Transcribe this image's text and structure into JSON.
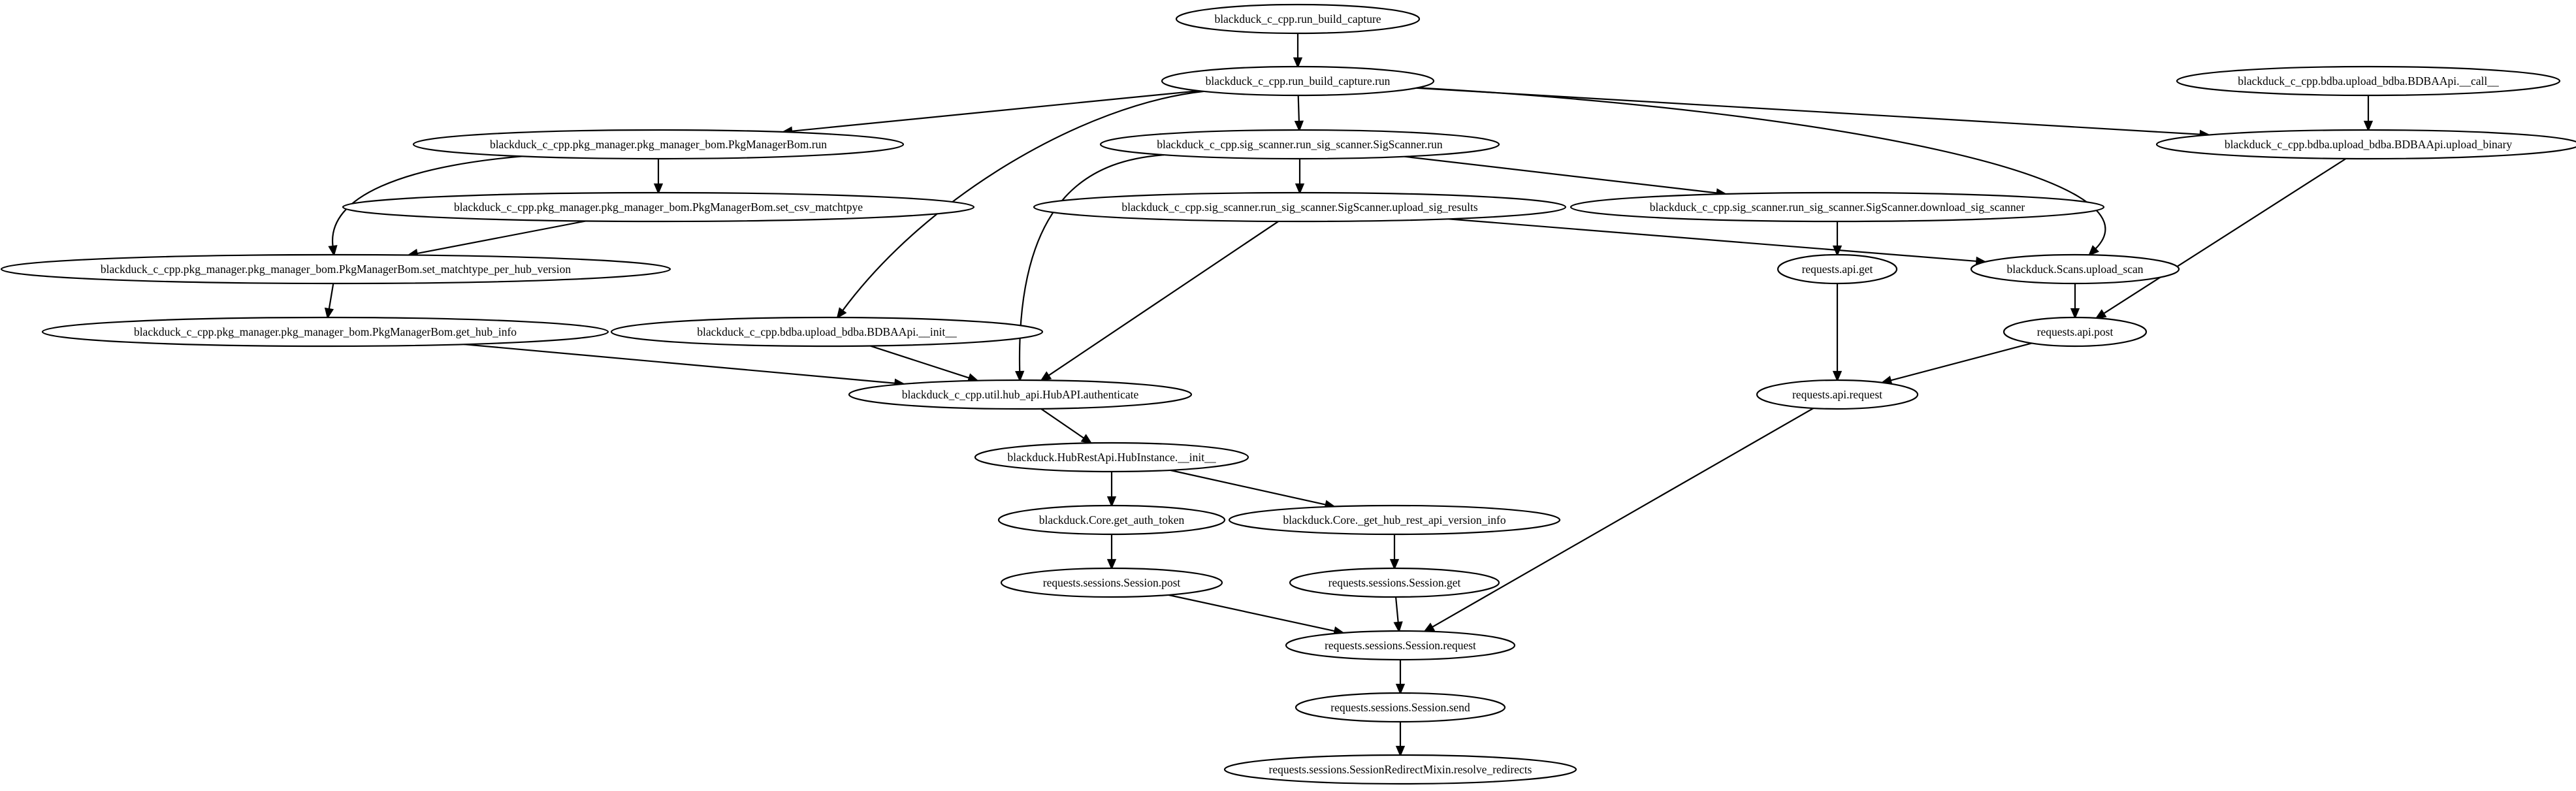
{
  "nodes": [
    {
      "id": "n_capture",
      "label": "blackduck_c_cpp.run_build_capture"
    },
    {
      "id": "n_capture_run",
      "label": "blackduck_c_cpp.run_build_capture.run"
    },
    {
      "id": "n_bdba_call",
      "label": "blackduck_c_cpp.bdba.upload_bdba.BDBAApi.__call__"
    },
    {
      "id": "n_pkg_run",
      "label": "blackduck_c_cpp.pkg_manager.pkg_manager_bom.PkgManagerBom.run"
    },
    {
      "id": "n_sig_run",
      "label": "blackduck_c_cpp.sig_scanner.run_sig_scanner.SigScanner.run"
    },
    {
      "id": "n_bdba_upload",
      "label": "blackduck_c_cpp.bdba.upload_bdba.BDBAApi.upload_binary"
    },
    {
      "id": "n_csv",
      "label": "blackduck_c_cpp.pkg_manager.pkg_manager_bom.PkgManagerBom.set_csv_matchtpye"
    },
    {
      "id": "n_upload_sig",
      "label": "blackduck_c_cpp.sig_scanner.run_sig_scanner.SigScanner.upload_sig_results"
    },
    {
      "id": "n_download_sig",
      "label": "blackduck_c_cpp.sig_scanner.run_sig_scanner.SigScanner.download_sig_scanner"
    },
    {
      "id": "n_matchtype",
      "label": "blackduck_c_cpp.pkg_manager.pkg_manager_bom.PkgManagerBom.set_matchtype_per_hub_version"
    },
    {
      "id": "n_api_get",
      "label": "requests.api.get"
    },
    {
      "id": "n_upload_scan",
      "label": "blackduck.Scans.upload_scan"
    },
    {
      "id": "n_hub_info",
      "label": "blackduck_c_cpp.pkg_manager.pkg_manager_bom.PkgManagerBom.get_hub_info"
    },
    {
      "id": "n_bdba_init",
      "label": "blackduck_c_cpp.bdba.upload_bdba.BDBAApi.__init__"
    },
    {
      "id": "n_api_post",
      "label": "requests.api.post"
    },
    {
      "id": "n_auth",
      "label": "blackduck_c_cpp.util.hub_api.HubAPI.authenticate"
    },
    {
      "id": "n_api_request",
      "label": "requests.api.request"
    },
    {
      "id": "n_hub_instance",
      "label": "blackduck.HubRestApi.HubInstance.__init__"
    },
    {
      "id": "n_auth_token",
      "label": "blackduck.Core.get_auth_token"
    },
    {
      "id": "n_version_info",
      "label": "blackduck.Core._get_hub_rest_api_version_info"
    },
    {
      "id": "n_sess_post",
      "label": "requests.sessions.Session.post"
    },
    {
      "id": "n_sess_get",
      "label": "requests.sessions.Session.get"
    },
    {
      "id": "n_sess_request",
      "label": "requests.sessions.Session.request"
    },
    {
      "id": "n_sess_send",
      "label": "requests.sessions.Session.send"
    },
    {
      "id": "n_redirects",
      "label": "requests.sessions.SessionRedirectMixin.resolve_redirects"
    }
  ],
  "edges": [
    {
      "from": "n_capture",
      "to": "n_capture_run"
    },
    {
      "from": "n_capture_run",
      "to": "n_pkg_run"
    },
    {
      "from": "n_capture_run",
      "to": "n_sig_run"
    },
    {
      "from": "n_capture_run",
      "to": "n_bdba_upload"
    },
    {
      "from": "n_capture_run",
      "to": "n_bdba_init"
    },
    {
      "from": "n_capture_run",
      "to": "n_upload_scan"
    },
    {
      "from": "n_bdba_call",
      "to": "n_bdba_upload"
    },
    {
      "from": "n_pkg_run",
      "to": "n_csv"
    },
    {
      "from": "n_pkg_run",
      "to": "n_matchtype"
    },
    {
      "from": "n_csv",
      "to": "n_matchtype"
    },
    {
      "from": "n_matchtype",
      "to": "n_hub_info"
    },
    {
      "from": "n_hub_info",
      "to": "n_auth"
    },
    {
      "from": "n_sig_run",
      "to": "n_upload_sig"
    },
    {
      "from": "n_sig_run",
      "to": "n_download_sig"
    },
    {
      "from": "n_sig_run",
      "to": "n_auth"
    },
    {
      "from": "n_upload_sig",
      "to": "n_auth"
    },
    {
      "from": "n_upload_sig",
      "to": "n_upload_scan"
    },
    {
      "from": "n_download_sig",
      "to": "n_api_get"
    },
    {
      "from": "n_bdba_init",
      "to": "n_auth"
    },
    {
      "from": "n_bdba_upload",
      "to": "n_api_post"
    },
    {
      "from": "n_upload_scan",
      "to": "n_api_post"
    },
    {
      "from": "n_api_get",
      "to": "n_api_request"
    },
    {
      "from": "n_api_post",
      "to": "n_api_request"
    },
    {
      "from": "n_auth",
      "to": "n_hub_instance"
    },
    {
      "from": "n_hub_instance",
      "to": "n_auth_token"
    },
    {
      "from": "n_hub_instance",
      "to": "n_version_info"
    },
    {
      "from": "n_auth_token",
      "to": "n_sess_post"
    },
    {
      "from": "n_version_info",
      "to": "n_sess_get"
    },
    {
      "from": "n_sess_post",
      "to": "n_sess_request"
    },
    {
      "from": "n_sess_get",
      "to": "n_sess_request"
    },
    {
      "from": "n_api_request",
      "to": "n_sess_request"
    },
    {
      "from": "n_sess_request",
      "to": "n_sess_send"
    },
    {
      "from": "n_sess_send",
      "to": "n_redirects"
    }
  ]
}
